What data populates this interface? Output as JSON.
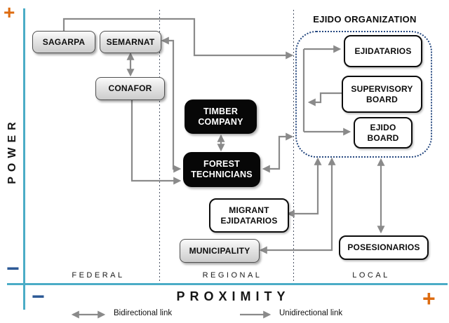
{
  "title": "EJIDO ORGANIZATION",
  "axes": {
    "y_axis_label": "POWER",
    "x_axis_label": "PROXIMITY",
    "plus": "+",
    "minus": "−"
  },
  "regions": {
    "federal": "FEDERAL",
    "regional": "REGIONAL",
    "local": "LOCAL"
  },
  "nodes": {
    "sagarpa": "SAGARPA",
    "semarnat": "SEMARNAT",
    "conafor": "CONAFOR",
    "timber_company": "TIMBER\nCOMPANY",
    "forest_technicians": "FOREST\nTECHNICIANS",
    "migrant_ejidatarios": "MIGRANT\nEJIDATARIOS",
    "municipality": "MUNICIPALITY",
    "posesionarios": "POSESIONARIOS",
    "ejidatarios": "EJIDATARIOS",
    "supervisory_board": "SUPERVISORY\nBOARD",
    "ejido_board": "EJIDO\nBOARD"
  },
  "links": [
    {
      "from": "SAGARPA",
      "to": "EJIDO ORGANIZATION",
      "type": "unidirectional"
    },
    {
      "from": "SEMARNAT",
      "to": "CONAFOR",
      "type": "bidirectional"
    },
    {
      "from": "SEMARNAT",
      "to": "FOREST TECHNICIANS",
      "type": "bidirectional"
    },
    {
      "from": "CONAFOR",
      "to": "FOREST TECHNICIANS",
      "type": "unidirectional"
    },
    {
      "from": "TIMBER COMPANY",
      "to": "FOREST TECHNICIANS",
      "type": "bidirectional"
    },
    {
      "from": "FOREST TECHNICIANS",
      "to": "EJIDO BOARD",
      "type": "bidirectional"
    },
    {
      "from": "SUPERVISORY BOARD",
      "to": "EJIDATARIOS",
      "type": "unidirectional"
    },
    {
      "from": "SUPERVISORY BOARD",
      "to": "EJIDO BOARD",
      "type": "unidirectional"
    },
    {
      "from": "MIGRANT EJIDATARIOS",
      "to": "EJIDO ORGANIZATION",
      "type": "bidirectional"
    },
    {
      "from": "MUNICIPALITY",
      "to": "EJIDO ORGANIZATION",
      "type": "bidirectional"
    },
    {
      "from": "POSESIONARIOS",
      "to": "EJIDO ORGANIZATION",
      "type": "bidirectional"
    }
  ],
  "legend": {
    "bidirectional_label": "Bidirectional link",
    "unidirectional_label": "Unidirectional link"
  },
  "colors": {
    "axis": "#4BACC6",
    "plus": "#DD6B10",
    "minus": "#2D5A96",
    "connector": "#8A8A8A",
    "ejido_border": "#24477F"
  }
}
